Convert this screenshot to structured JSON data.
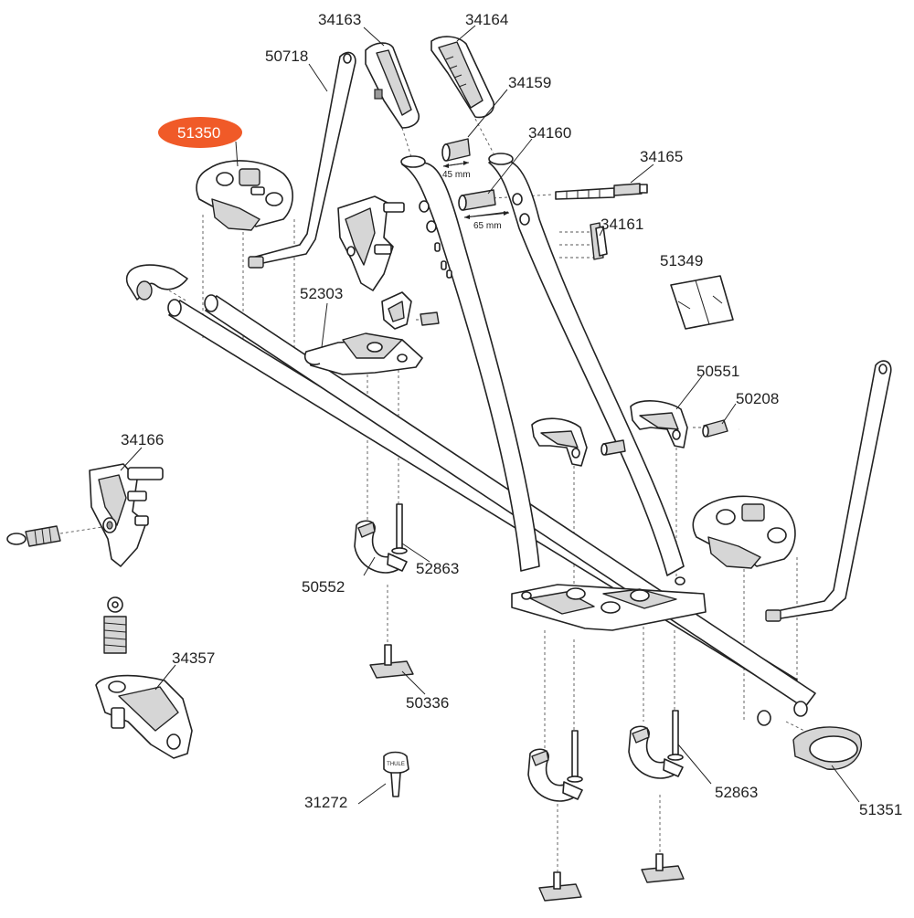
{
  "colors": {
    "highlight": "#f05a28",
    "line": "#222222",
    "shade": "#d6d6d6"
  },
  "labels": {
    "p34163": "34163",
    "p34164": "34164",
    "p50718": "50718",
    "p34159": "34159",
    "p51350": "51350",
    "p34160": "34160",
    "p34165": "34165",
    "p34161": "34161",
    "p51349": "51349",
    "p52303": "52303",
    "p50551": "50551",
    "p50208": "50208",
    "p34166": "34166",
    "p50552": "50552",
    "p52863_top": "52863",
    "p34357": "34357",
    "p50336": "50336",
    "p31272": "31272",
    "p52863_bottom": "52863",
    "p51351": "51351"
  },
  "dimensions": {
    "d45": "45 mm",
    "d65": "65 mm"
  },
  "key_text": "THULE"
}
